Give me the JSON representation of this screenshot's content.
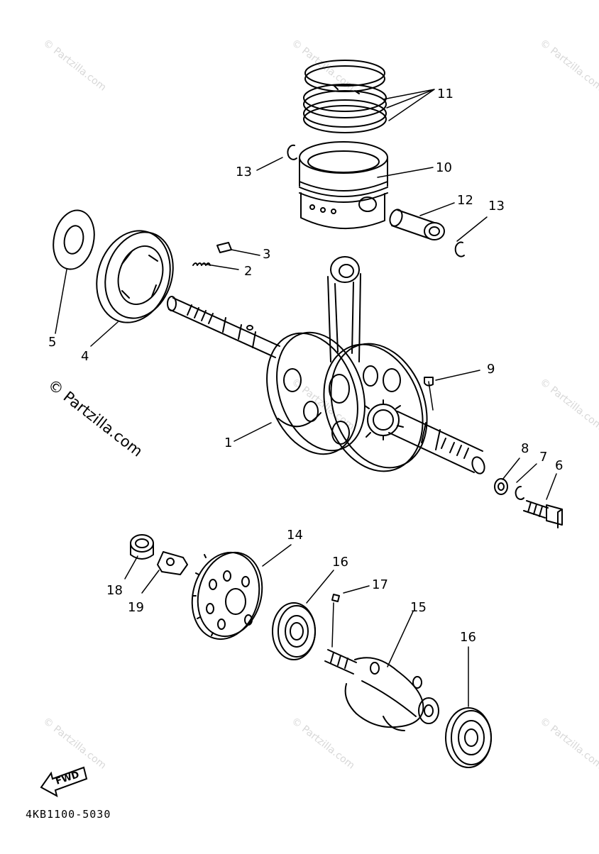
{
  "watermark": "© Partzilla.com",
  "watermark_large": "© Partzilla.com",
  "diagram_code": "4KB1100-5030",
  "fwd_label": "FWD",
  "callouts": [
    {
      "id": "1",
      "text": "1"
    },
    {
      "id": "2",
      "text": "2"
    },
    {
      "id": "3",
      "text": "3"
    },
    {
      "id": "4",
      "text": "4"
    },
    {
      "id": "5",
      "text": "5"
    },
    {
      "id": "6",
      "text": "6"
    },
    {
      "id": "7",
      "text": "7"
    },
    {
      "id": "8",
      "text": "8"
    },
    {
      "id": "9",
      "text": "9"
    },
    {
      "id": "10",
      "text": "10"
    },
    {
      "id": "11",
      "text": "11"
    },
    {
      "id": "12",
      "text": "12"
    },
    {
      "id": "13a",
      "text": "13"
    },
    {
      "id": "13b",
      "text": "13"
    },
    {
      "id": "14",
      "text": "14"
    },
    {
      "id": "15",
      "text": "15"
    },
    {
      "id": "16a",
      "text": "16"
    },
    {
      "id": "16b",
      "text": "16"
    },
    {
      "id": "17",
      "text": "17"
    },
    {
      "id": "18",
      "text": "18"
    },
    {
      "id": "19",
      "text": "19"
    }
  ]
}
